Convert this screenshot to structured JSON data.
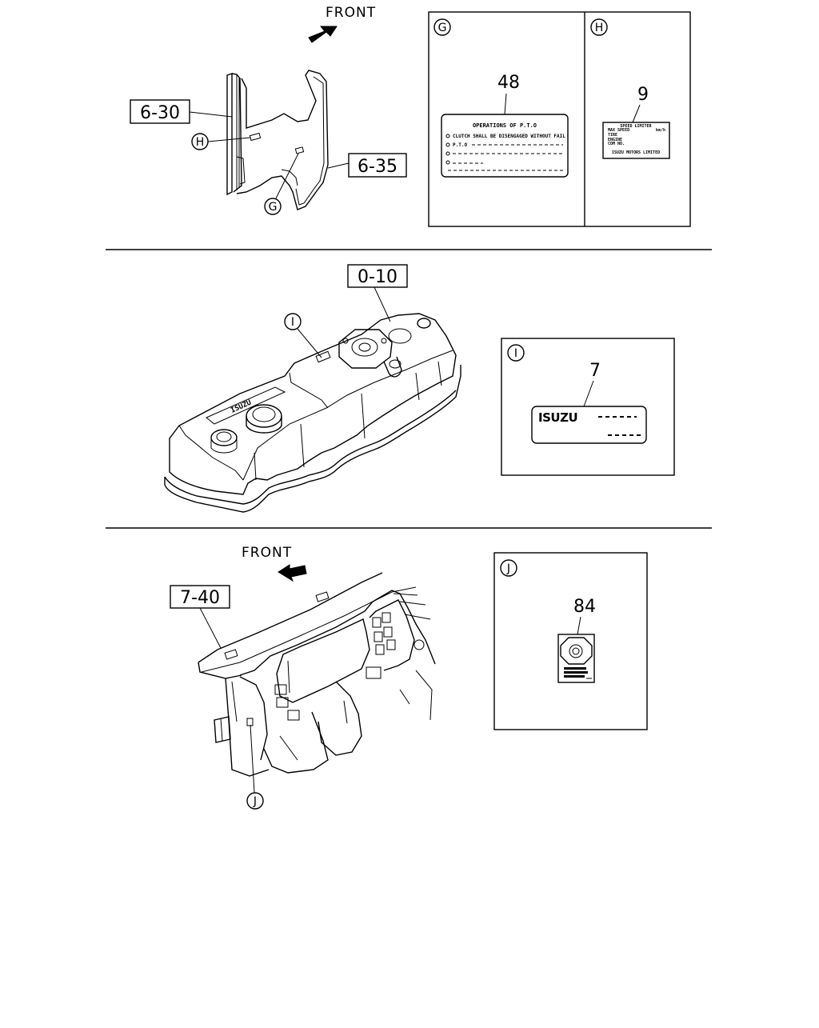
{
  "direction": {
    "top_front": "FRONT",
    "bottom_front": "FRONT"
  },
  "part_refs": {
    "ref_6_30": "6-30",
    "ref_6_35": "6-35",
    "ref_0_10": "0-10",
    "ref_7_40": "7-40"
  },
  "callouts": {
    "G": "G",
    "H": "H",
    "I": "I",
    "J": "J"
  },
  "detail_G": {
    "letter": "G",
    "part_number": "48",
    "label_title": "OPERATIONS OF P.T.O",
    "label_line_1": "CLUTCH SHALL BE DISENGAGED WITHOUT FAIL",
    "label_line_2": "P.T.O"
  },
  "detail_H": {
    "letter": "H",
    "part_number": "9",
    "label_title": "SPEED LIMITER",
    "label_line_1": "MAX SPEED",
    "label_line_1_unit": "km/h",
    "label_line_2": "TIRE",
    "label_line_3": "ENGINE",
    "label_line_4": "COM NO.",
    "label_footer": "ISUZU MOTORS LIMITED"
  },
  "detail_I": {
    "letter": "I",
    "part_number": "7",
    "brand": "ISUZU"
  },
  "detail_J": {
    "letter": "J",
    "part_number": "84"
  }
}
